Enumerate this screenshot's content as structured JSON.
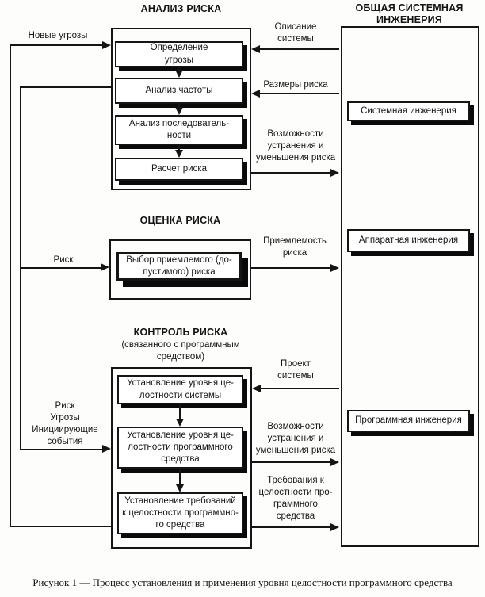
{
  "colors": {
    "ink": "#151515",
    "paper": "#fdfdfc"
  },
  "sections": {
    "analysis": {
      "title": "АНАЛИЗ РИСКА",
      "steps": [
        "Определение\nугрозы",
        "Анализ частоты",
        "Анализ последователь-\nности",
        "Расчет риска"
      ]
    },
    "assessment": {
      "title": "ОЦЕНКА РИСКА",
      "steps": [
        "Выбор приемлемого (до-\nпустимого) риска"
      ]
    },
    "control": {
      "title": "КОНТРОЛЬ РИСКА",
      "subtitle": "(связанного с программным\nсредством)",
      "steps": [
        "Установление уровня це-\nлостности системы",
        "Установление уровня це-\nлостности программного\nсредства",
        "Установление требований\nк целостности программно-\nго средства"
      ]
    },
    "engineering": {
      "title": "ОБЩАЯ СИСТЕМНАЯ\nИНЖЕНЕРИЯ",
      "boxes": [
        "Системная инженерия",
        "Аппаратная инженерия",
        "Программная инженерия"
      ]
    }
  },
  "labels": {
    "new_threats": "Новые угрозы",
    "system_description": "Описание\nсистемы",
    "risk_size": "Размеры риска",
    "elimination_top": "Возможности\nустранения и\nуменьшения риска",
    "risk": "Риск",
    "acceptability": "Приемлемость\nриска",
    "project": "Проект\nсистемы",
    "risk_threats": "Риск\nУгрозы\nИнициирующие\nсобытия",
    "elimination_bottom": "Возможности\nустранения и\nуменьшения риска",
    "requirements": "Требования к\nцелостности про-\nграммного\nсредства"
  },
  "figure": {
    "caption": "Рисунок 1 — Процесс установления и применения уровня целостности программного средства"
  }
}
